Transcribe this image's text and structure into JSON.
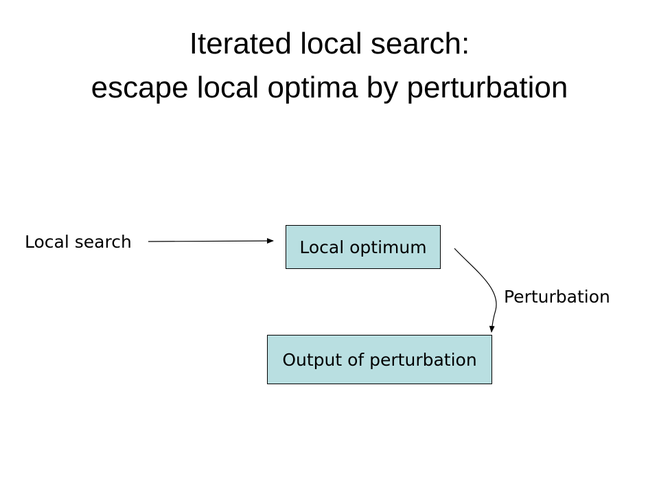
{
  "title": {
    "line1": "Iterated local search:",
    "line2": "escape local optima by perturbation"
  },
  "diagram": {
    "nodes": [
      {
        "id": "local-optimum",
        "label": "Local optimum"
      },
      {
        "id": "output-of-perturbation",
        "label": "Output of perturbation"
      }
    ],
    "edges": [
      {
        "from": "start",
        "to": "local-optimum",
        "label": "Local search"
      },
      {
        "from": "local-optimum",
        "to": "output-of-perturbation",
        "label": "Perturbation"
      }
    ],
    "colors": {
      "node_fill": "#b9dfe1",
      "line": "#000000",
      "background": "#ffffff"
    }
  }
}
